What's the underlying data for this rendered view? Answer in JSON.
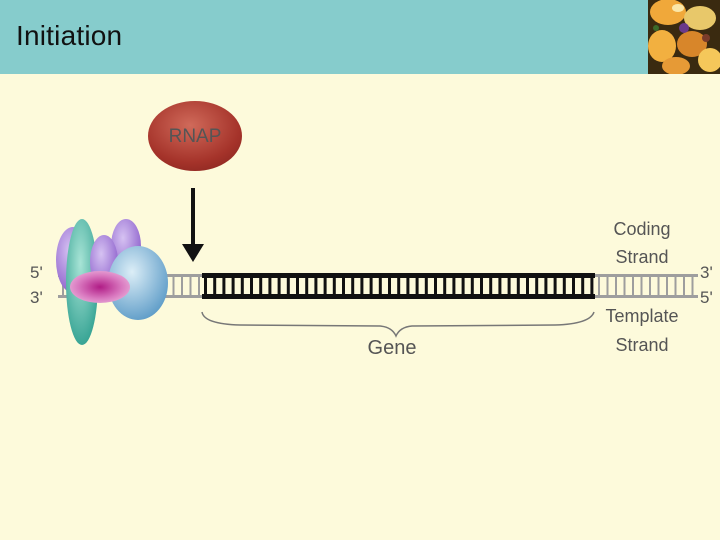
{
  "slide": {
    "title": "Initiation"
  },
  "diagram": {
    "rnap_label": "RNAP",
    "gene_label": "Gene",
    "coding_strand_line1": "Coding",
    "coding_strand_line2": "Strand",
    "template_strand_line1": "Template",
    "template_strand_line2": "Strand",
    "left_top_end": "5'",
    "left_bottom_end": "3'",
    "right_top_end": "3'",
    "right_bottom_end": "5'"
  },
  "colors": {
    "header": "#86cccc",
    "background": "#fdfadb",
    "rnap": "#a9362a",
    "dna_dark": "#111111",
    "dna_light": "#9e9e9e",
    "transcription_factor_purple": "#8f5fd0",
    "transcription_factor_teal": "#2aa596",
    "transcription_factor_magenta": "#c9419e",
    "transcription_factor_blue": "#5b9fcb"
  }
}
